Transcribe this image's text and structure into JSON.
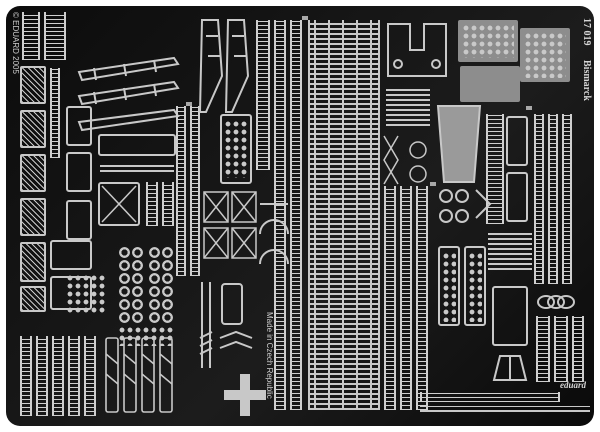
{
  "fret": {
    "product_code": "17 019",
    "ship_name": "Bismarck",
    "copyright": "© EDUARD 2005",
    "origin": "Made in Czech Republic",
    "brand": "eduard"
  },
  "colors": {
    "etch": "#c8c8c8",
    "background": "#111111",
    "page": "#ffffff"
  }
}
